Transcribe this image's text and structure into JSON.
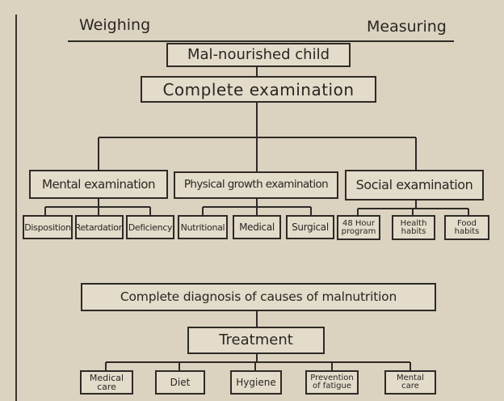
{
  "header": {
    "left_label": "Weighing",
    "right_label": "Measuring"
  },
  "boxes": {
    "root": "Mal-nourished child",
    "exam": "Complete examination",
    "mental": "Mental examination",
    "physical": "Physical growth examination",
    "social": "Social examination",
    "mental_children": [
      "Disposition",
      "Retardation",
      "Deficiency"
    ],
    "physical_children": [
      "Nutritional",
      "Medical",
      "Surgical"
    ],
    "social_children": [
      [
        "48 Hour",
        "program"
      ],
      [
        "Health",
        "habits"
      ],
      [
        "Food",
        "habits"
      ]
    ],
    "diagnosis": "Complete diagnosis of causes of malnutrition",
    "treatment": "Treatment",
    "treatment_children": [
      [
        "Medical care"
      ],
      [
        "Diet"
      ],
      [
        "Hygiene"
      ],
      [
        "Prevention",
        "of fatigue"
      ],
      [
        "Mental",
        "care"
      ]
    ]
  },
  "colors": {
    "paper": "#dbd3c0",
    "box_fill": "#e3dccb",
    "ink": "#2e2a26"
  }
}
